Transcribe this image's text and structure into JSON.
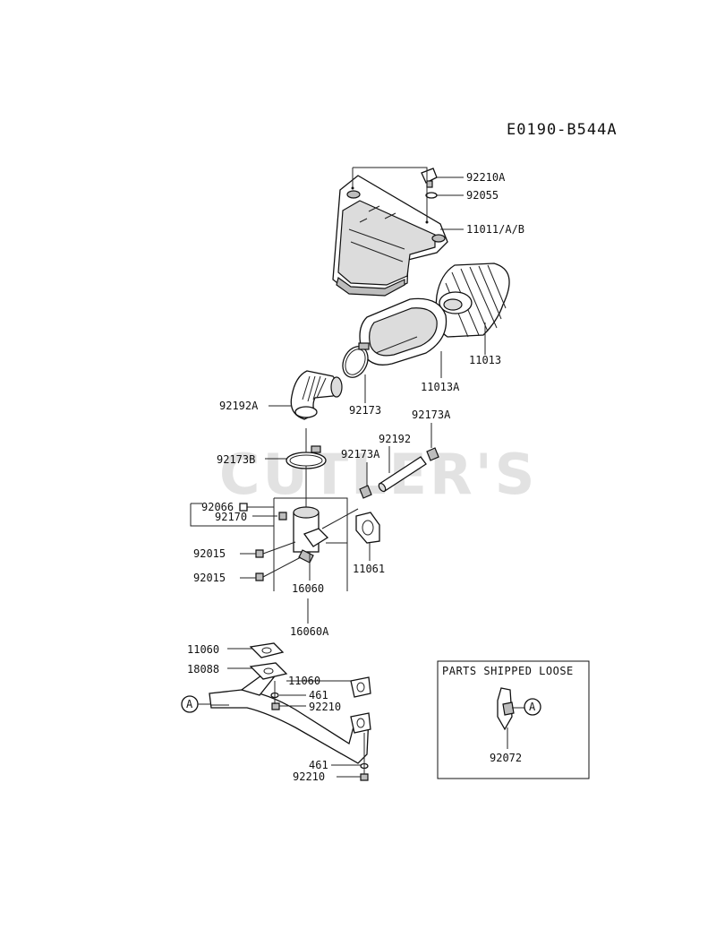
{
  "diagram_code": "E0190-B544A",
  "watermark": "CUTLER'S",
  "labels": {
    "p92210A": "92210A",
    "p92055": "92055",
    "p11011": "11011/A/B",
    "p11013": "11013",
    "p11013A": "11013A",
    "p92173": "92173",
    "p92192A": "92192A",
    "p92173A_top": "92173A",
    "p92192": "92192",
    "p92173B": "92173B",
    "p92173A_mid": "92173A",
    "p92066": "92066",
    "p92170": "92170",
    "p92015_a": "92015",
    "p92015_b": "92015",
    "p11061": "11061",
    "p16060": "16060",
    "p16060A": "16060A",
    "p11060_a": "11060",
    "p18088": "18088",
    "p11060_b": "11060",
    "p461_a": "461",
    "p92210_a": "92210",
    "p461_b": "461",
    "p92210_b": "92210",
    "p92072": "92072"
  },
  "callouts": {
    "ref_a_left": "A",
    "ref_a_box": "A"
  },
  "loose_box": {
    "title": "PARTS SHIPPED LOOSE"
  }
}
